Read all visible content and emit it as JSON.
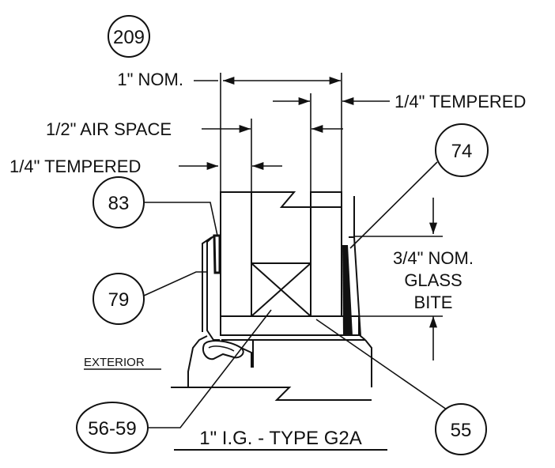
{
  "detail_tag": "209",
  "labels": {
    "nominal_width": "1\" NOM.",
    "tempered_outer": "1/4\" TEMPERED",
    "air_space": "1/2\" AIR SPACE",
    "tempered_inner": "1/4\" TEMPERED",
    "glass_bite_line1": "3/4\" NOM.",
    "glass_bite_line2": "GLASS",
    "glass_bite_line3": "BITE",
    "exterior": "EXTERIOR"
  },
  "callouts": {
    "c74": "74",
    "c83": "83",
    "c79": "79",
    "c56_59": "56-59",
    "c55": "55"
  },
  "title": "1\" I.G. - TYPE G2A"
}
